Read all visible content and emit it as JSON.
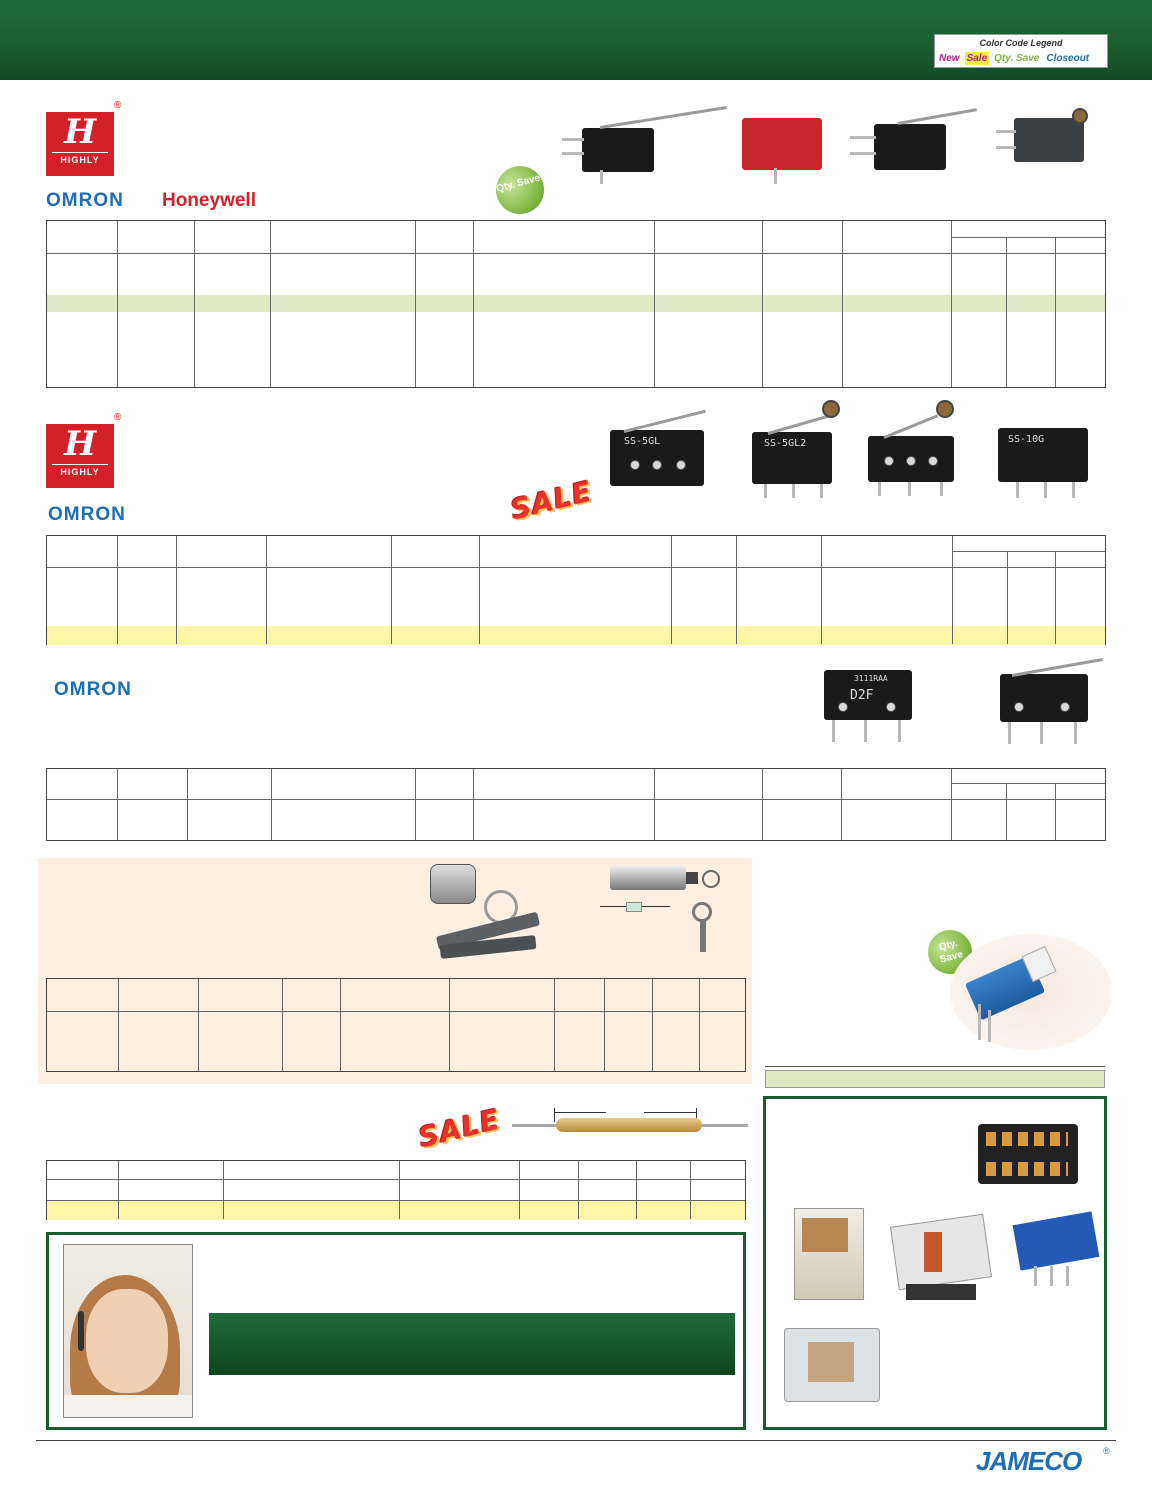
{
  "legend": {
    "title": "Color Code Legend",
    "items": [
      {
        "label": "New",
        "bg": "#ffffff",
        "color": "#b0208a"
      },
      {
        "label": "Sale",
        "bg": "#f6e94a",
        "color": "#b0208a"
      },
      {
        "label": "Qty. Save",
        "bg": "#ffffff",
        "color": "#7bb23c"
      },
      {
        "label": "Closeout",
        "bg": "#ffffff",
        "color": "#1f6db3"
      }
    ]
  },
  "brands": {
    "highly_big": "H",
    "highly_small": "HIGHLY",
    "registered": "®",
    "omron": "OMRON",
    "honeywell": "Honeywell"
  },
  "badges": {
    "qty_save": "Qty. Save",
    "sale": "SALE"
  },
  "switch_labels": {
    "ss5gl": "SS-5GL",
    "ss5gl2": "SS-5GL2",
    "ss10g": "SS-10G",
    "d2f": "D2F",
    "d2f_code": "3111RAA"
  },
  "brand_footer": {
    "jameco": "JAMECO",
    "registered": "®"
  },
  "colors": {
    "header_green": "#1a5c32",
    "band_green": "#dcebc6",
    "band_yellow": "#fbf6a8",
    "peach": "#fdf0e3"
  }
}
